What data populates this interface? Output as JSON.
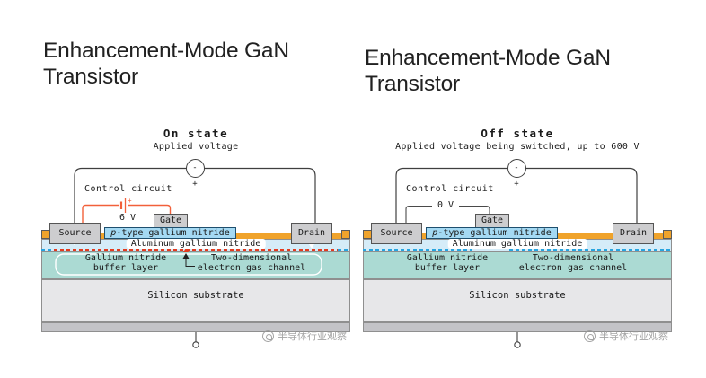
{
  "watermark": {
    "text": "半导体行业观察"
  },
  "colors": {
    "gold_layer": "#f0a32b",
    "p_gan_fill": "#a4d9f3",
    "algan_fill": "#d5ecf8",
    "buffer_fill": "#abdad3",
    "substrate_fill": "#e7e7e9",
    "contact_fill": "#cdcdcf",
    "control_wire_on": "#f2603a",
    "channel_dash_red": "#e43b1f",
    "channel_dash_blue": "#27a5e0",
    "loop_wire": "#3f3f3f"
  },
  "panels": [
    {
      "title": "Enhancement-Mode GaN Transistor",
      "state": "On state",
      "subtitle": "Applied voltage",
      "voltage_source_symbol": "- +",
      "control_circuit_label": "Control circuit",
      "control_voltage": "6 V",
      "battery_plus": "+",
      "gate_label": "Gate",
      "source_label": "Source",
      "drain_label": "Drain",
      "pgan_label_italic": "p",
      "pgan_label_rest": "-type gallium nitride",
      "algan_label": "Aluminum gallium nitride",
      "buffer_label_line1": "Gallium nitride",
      "buffer_label_line2": "buffer layer",
      "channel_label_line1": "Two-dimensional",
      "channel_label_line2": "electron gas channel",
      "substrate_label": "Silicon substrate"
    },
    {
      "title": "Enhancement-Mode GaN Transistor",
      "state": "Off state",
      "subtitle": "Applied voltage being switched, up to 600 V",
      "voltage_source_symbol": "- +",
      "control_circuit_label": "Control circuit",
      "control_voltage": "0 V",
      "gate_label": "Gate",
      "source_label": "Source",
      "drain_label": "Drain",
      "pgan_label_italic": "p",
      "pgan_label_rest": "-type gallium nitride",
      "algan_label": "Aluminum gallium nitride",
      "buffer_label_line1": "Gallium nitride",
      "buffer_label_line2": "buffer layer",
      "channel_label_line1": "Two-dimensional",
      "channel_label_line2": "electron gas channel",
      "substrate_label": "Silicon substrate"
    }
  ]
}
